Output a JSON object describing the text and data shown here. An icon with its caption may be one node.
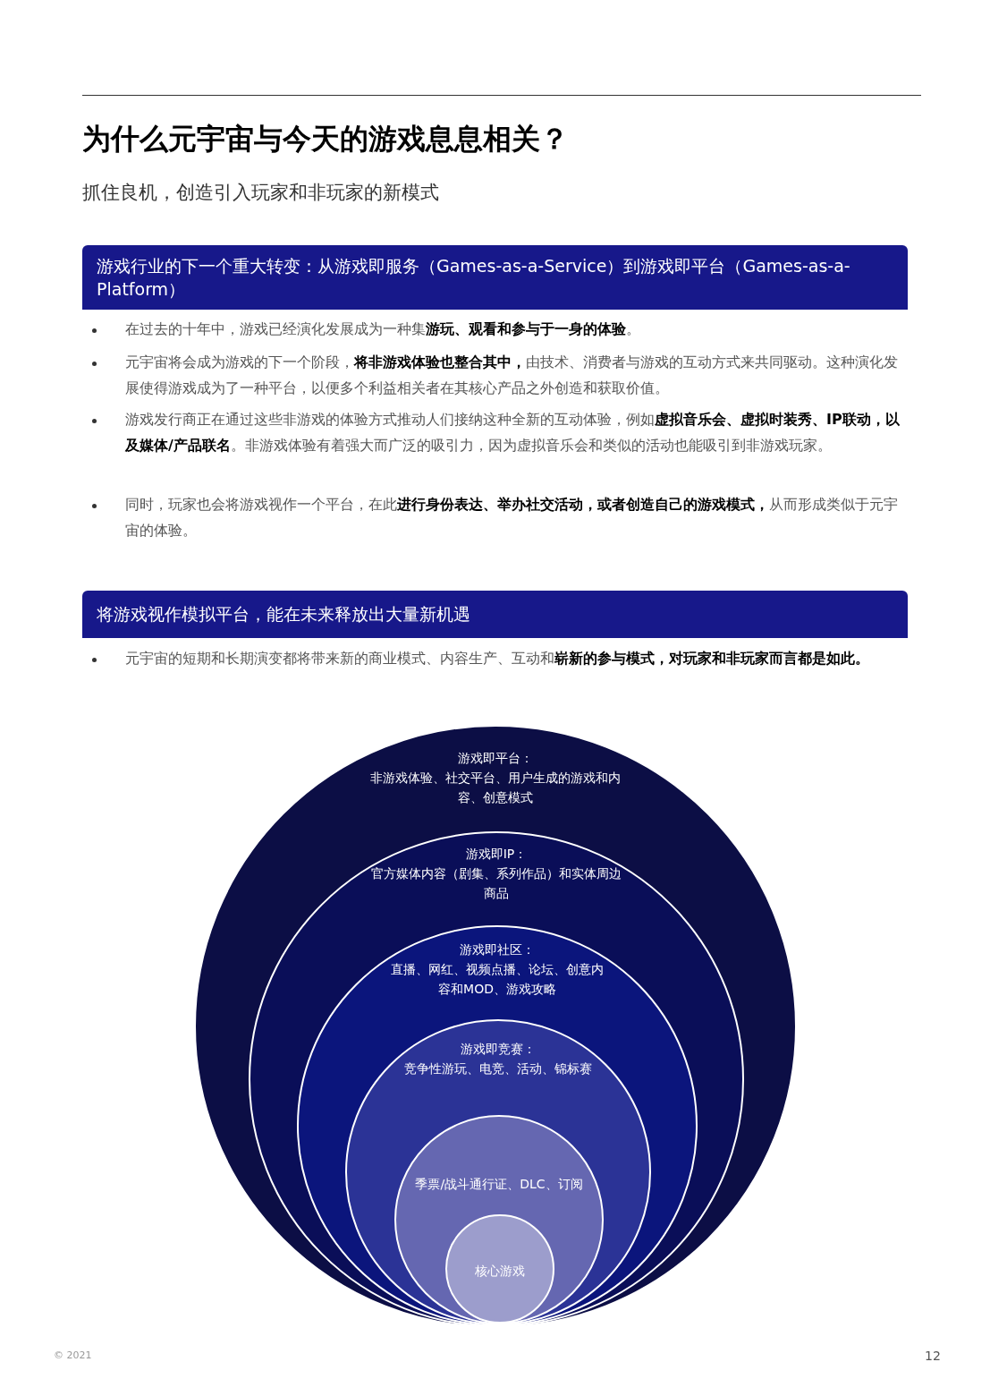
{
  "diagram": {
    "title": "为什么元宇宙与今天的游戏息息相关？",
    "nodes": [
      {
        "text": [
          "游戏即平台：",
          "非游戏体验、社交平台、用户生成的游戏和内容、创意模式"
        ]
      },
      {
        "text": [
          "游戏即IP：",
          "官方媒体内容（剧集、系列作品）和实体周边商品"
        ],
        "in": 0
      },
      {
        "text": [
          "游戏即社区：",
          "直播、网红、视频点播、论坛、创意内容和MOD、游戏攻略"
        ],
        "in": 1
      },
      {
        "text": [
          "游戏即竞赛：",
          "竞争性游玩、电竞、活动、锦标赛"
        ],
        "in": 2
      },
      {
        "text": [
          "季票/战斗通行证、DLC、订阅"
        ],
        "in": 3
      },
      {
        "text": [
          "核心游戏"
        ],
        "in": 4
      }
    ],
    "edges": [],
    "labels": [
      "抓住良机，创造引入玩家和非玩家的新模式",
      "游戏行业的下一个重大转变：从游戏即服务（Games-as-a-Service）到游戏即平台（Games-as-a-Platform）",
      "在过去的十年中，游戏已经演化发展成为一种集**游玩、观看和参与于一身的体验**。",
      "元宇宙将会成为游戏的下一个阶段，**将非游戏体验也整合其中，**由技术、消费者与游戏的互动方式来共同驱动。这种演化发展使得游戏成为了一种平台，以便多个利益相关者在其核心产品之外创造和获取价值。",
      "游戏发行商正在通过这些非游戏的体验方式推动人们接纳这种全新的互动体验，例如**虚拟音乐会、虚拟时装秀、IP联动，以及媒体/产品联名**。非游戏体验有着强大而广泛的吸引力，因为虚拟音乐会和类似的活动也能吸引到非游戏玩家。",
      "同时，玩家也会将游戏视作一个平台，在此**进行身份表达、举办社交活动，或者创造自己的游戏模式，**从而形成类似于元宇宙的体验。",
      "将游戏视作模拟平台，能在未来释放出大量新机遇",
      "元宇宙的短期和长期演变都将带来新的商业模式、内容生产、互动和**崭新的参与模式，对玩家和非玩家而言都是如此。**",
      "© 2021",
      "12"
    ]
  }
}
